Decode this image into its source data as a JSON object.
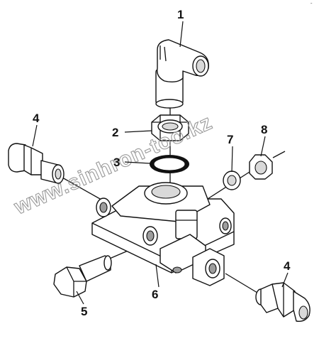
{
  "figure": {
    "corner_mark": "″"
  },
  "labels": [
    {
      "id": "label-1",
      "text": "1"
    },
    {
      "id": "label-2",
      "text": "2"
    },
    {
      "id": "label-3",
      "text": "3"
    },
    {
      "id": "label-4a",
      "text": "4"
    },
    {
      "id": "label-4b",
      "text": "4"
    },
    {
      "id": "label-5",
      "text": "5"
    },
    {
      "id": "label-6",
      "text": "6"
    },
    {
      "id": "label-7",
      "text": "7"
    },
    {
      "id": "label-8",
      "text": "8"
    }
  ],
  "watermark": {
    "text": "www.sinhron-too.kz"
  }
}
